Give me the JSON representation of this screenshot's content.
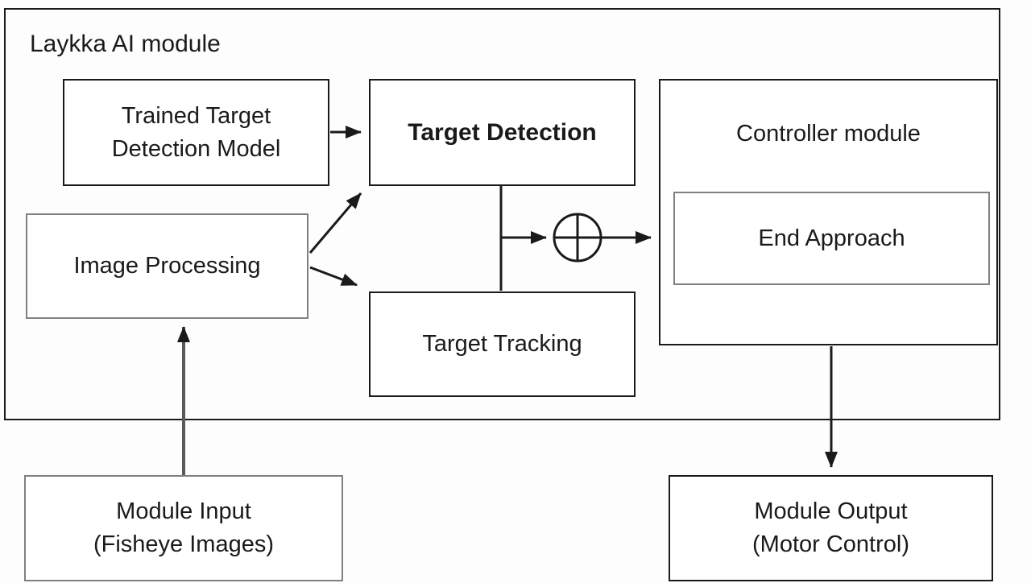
{
  "diagram": {
    "container_label": "Laykka AI module",
    "boxes": {
      "trained_model": {
        "line1": "Trained Target",
        "line2": "Detection Model"
      },
      "target_detection": {
        "label": "Target Detection"
      },
      "controller_module": {
        "label": "Controller module"
      },
      "end_approach": {
        "label": "End Approach"
      },
      "image_processing": {
        "label": "Image Processing"
      },
      "target_tracking": {
        "label": "Target Tracking"
      },
      "module_input": {
        "line1": "Module Input",
        "line2": "(Fisheye Images)"
      },
      "module_output": {
        "line1": "Module Output",
        "line2": "(Motor Control)"
      }
    },
    "icons": {
      "sum_junction": "⊕"
    },
    "colors": {
      "border_dark": "#1a1a1a",
      "border_gray": "#808080",
      "background": "#ffffff"
    }
  }
}
